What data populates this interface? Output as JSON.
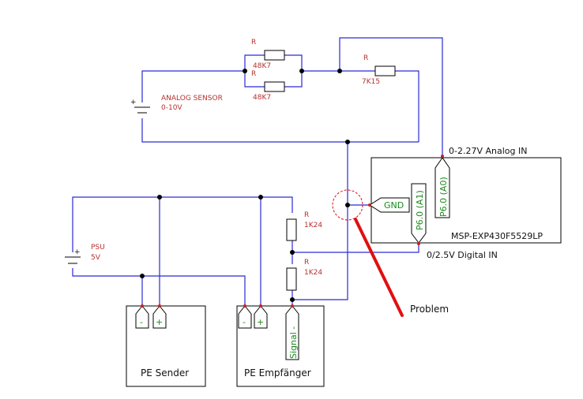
{
  "components": {
    "r1": {
      "label": "R",
      "value": "48K7"
    },
    "r2": {
      "label": "R",
      "value": "48K7"
    },
    "r3": {
      "label": "R",
      "value": "7K15"
    },
    "r4": {
      "label": "R",
      "value": "1K24"
    },
    "r5": {
      "label": "R",
      "value": "1K24"
    },
    "analog_sensor": {
      "name": "ANALOG SENSOR",
      "range": "0-10V"
    },
    "psu": {
      "name": "PSU",
      "voltage": "5V"
    }
  },
  "msp": {
    "name": "MSP-EXP430F5529LP",
    "pin_a0": "P6.0 (A0)",
    "pin_a1": "P6.0 (A1)",
    "pin_gnd": "GND"
  },
  "annotations": {
    "analog_in": "0-2.27V Analog IN",
    "digital_in": "0/2.5V Digital IN",
    "problem": "Problem"
  },
  "pe_sender": {
    "name": "PE Sender",
    "minus": "-",
    "plus": "+"
  },
  "pe_empfaenger": {
    "name": "PE Empfänger",
    "minus": "-",
    "plus": "+",
    "signal": "Signal -"
  },
  "battery_plus": "+",
  "colors": {
    "wire": "#2a2ad8",
    "label": "#b83030",
    "pin_text": "#1a8a1a",
    "problem": "#e01010"
  }
}
